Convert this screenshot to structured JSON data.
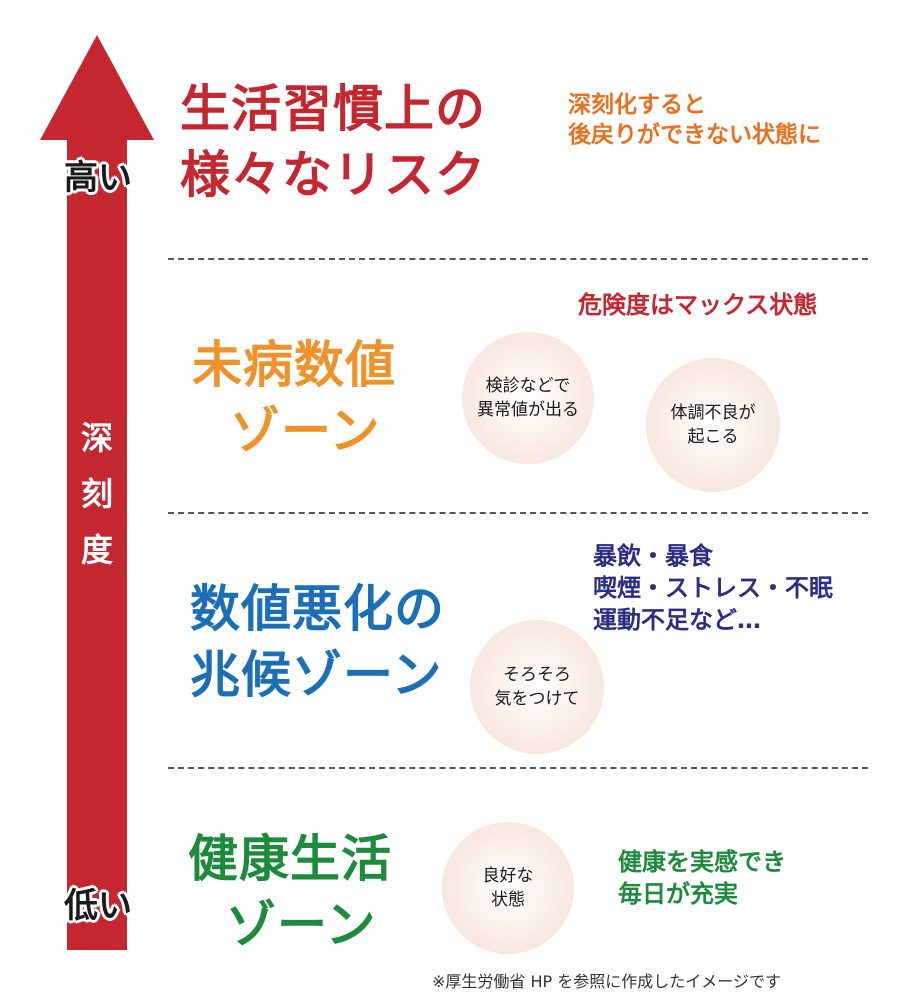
{
  "arrow": {
    "high_label": "高い",
    "low_label": "低い",
    "axis_label": [
      "深",
      "刻",
      "度"
    ],
    "color": "#c4272f"
  },
  "zones": {
    "risk": {
      "title_lines": [
        "生活習慣上の",
        "様々なリスク"
      ],
      "color": "#c4272f",
      "note_lines": [
        "深刻化すると",
        "後戻りができない状態に"
      ],
      "note_color": "#e8701f"
    },
    "mibyo": {
      "title_lines": [
        "未病数値",
        "ゾーン"
      ],
      "color": "#f0922a",
      "note": "危険度はマックス状態",
      "note_color": "#c4272f",
      "bubbles": [
        {
          "lines": [
            "検診などで",
            "異常値が出る"
          ]
        },
        {
          "lines": [
            "体調不良が",
            "起こる"
          ]
        }
      ]
    },
    "sign": {
      "title_lines": [
        "数値悪化の",
        "兆候ゾーン"
      ],
      "color": "#1b6fb7",
      "note_lines": [
        "暴飲・暴食",
        "喫煙・ストレス・不眠",
        "運動不足など…"
      ],
      "note_color": "#2b2d86",
      "bubbles": [
        {
          "lines": [
            "そろそろ",
            "気をつけて"
          ]
        }
      ]
    },
    "health": {
      "title_lines": [
        "健康生活",
        "ゾーン"
      ],
      "color": "#1e8a3e",
      "note_lines": [
        "健康を実感でき",
        "毎日が充実"
      ],
      "note_color": "#1e8a3e",
      "bubbles": [
        {
          "lines": [
            "良好な",
            "状態"
          ]
        }
      ]
    }
  },
  "footnote": "※厚生労働省 HP を参照に作成したイメージです"
}
